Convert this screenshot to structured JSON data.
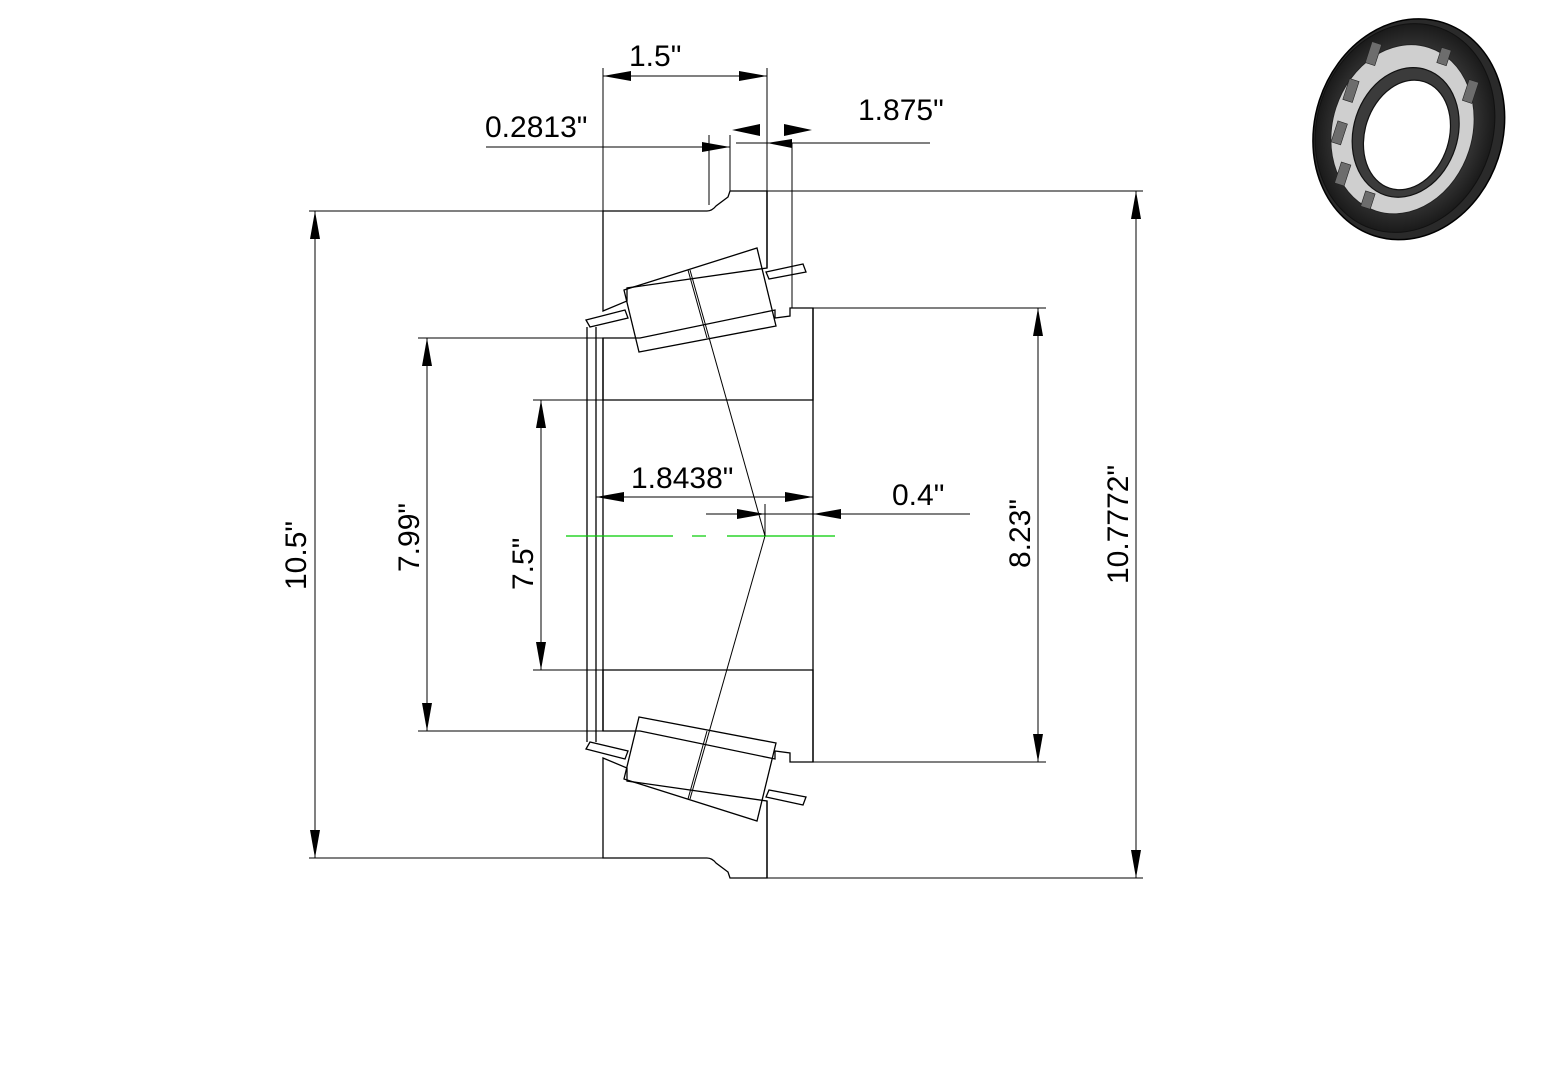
{
  "dimensions": {
    "width_outer": "1.5\"",
    "flange_step": "0.2813\"",
    "flange_width": "1.875\"",
    "cone_width": "1.8438\"",
    "cone_offset": "0.4\"",
    "cup_od": "10.5\"",
    "cone_large_od": "7.99\"",
    "bore": "7.5\"",
    "cone_backface_dia": "8.23\"",
    "flange_od": "10.7772\""
  },
  "colors": {
    "line": "#000000",
    "centerline": "#00cc00",
    "background": "#ffffff"
  },
  "thumbnail": {
    "icon": "flanged-tapered-roller-bearing-icon"
  }
}
